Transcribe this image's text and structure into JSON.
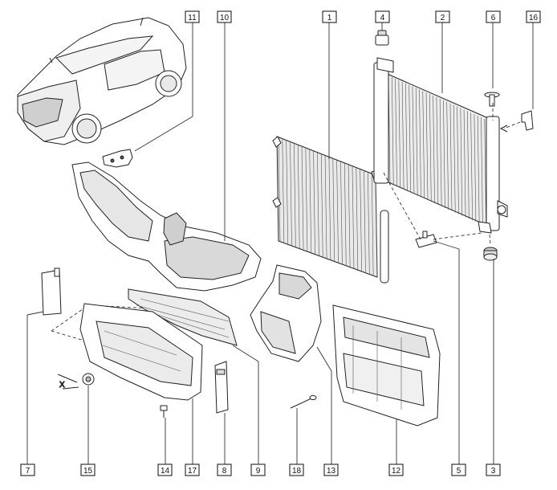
{
  "part_labels": {
    "p1": "1",
    "p2": "2",
    "p3": "3",
    "p4": "4",
    "p5": "5",
    "p6": "6",
    "p7": "7",
    "p8": "8",
    "p9": "9",
    "p10": "10",
    "p11": "11",
    "p12": "12",
    "p13": "13",
    "p14": "14",
    "p15": "15",
    "p16": "16",
    "p17": "17",
    "p18": "18"
  },
  "marks": {
    "x": "X"
  }
}
